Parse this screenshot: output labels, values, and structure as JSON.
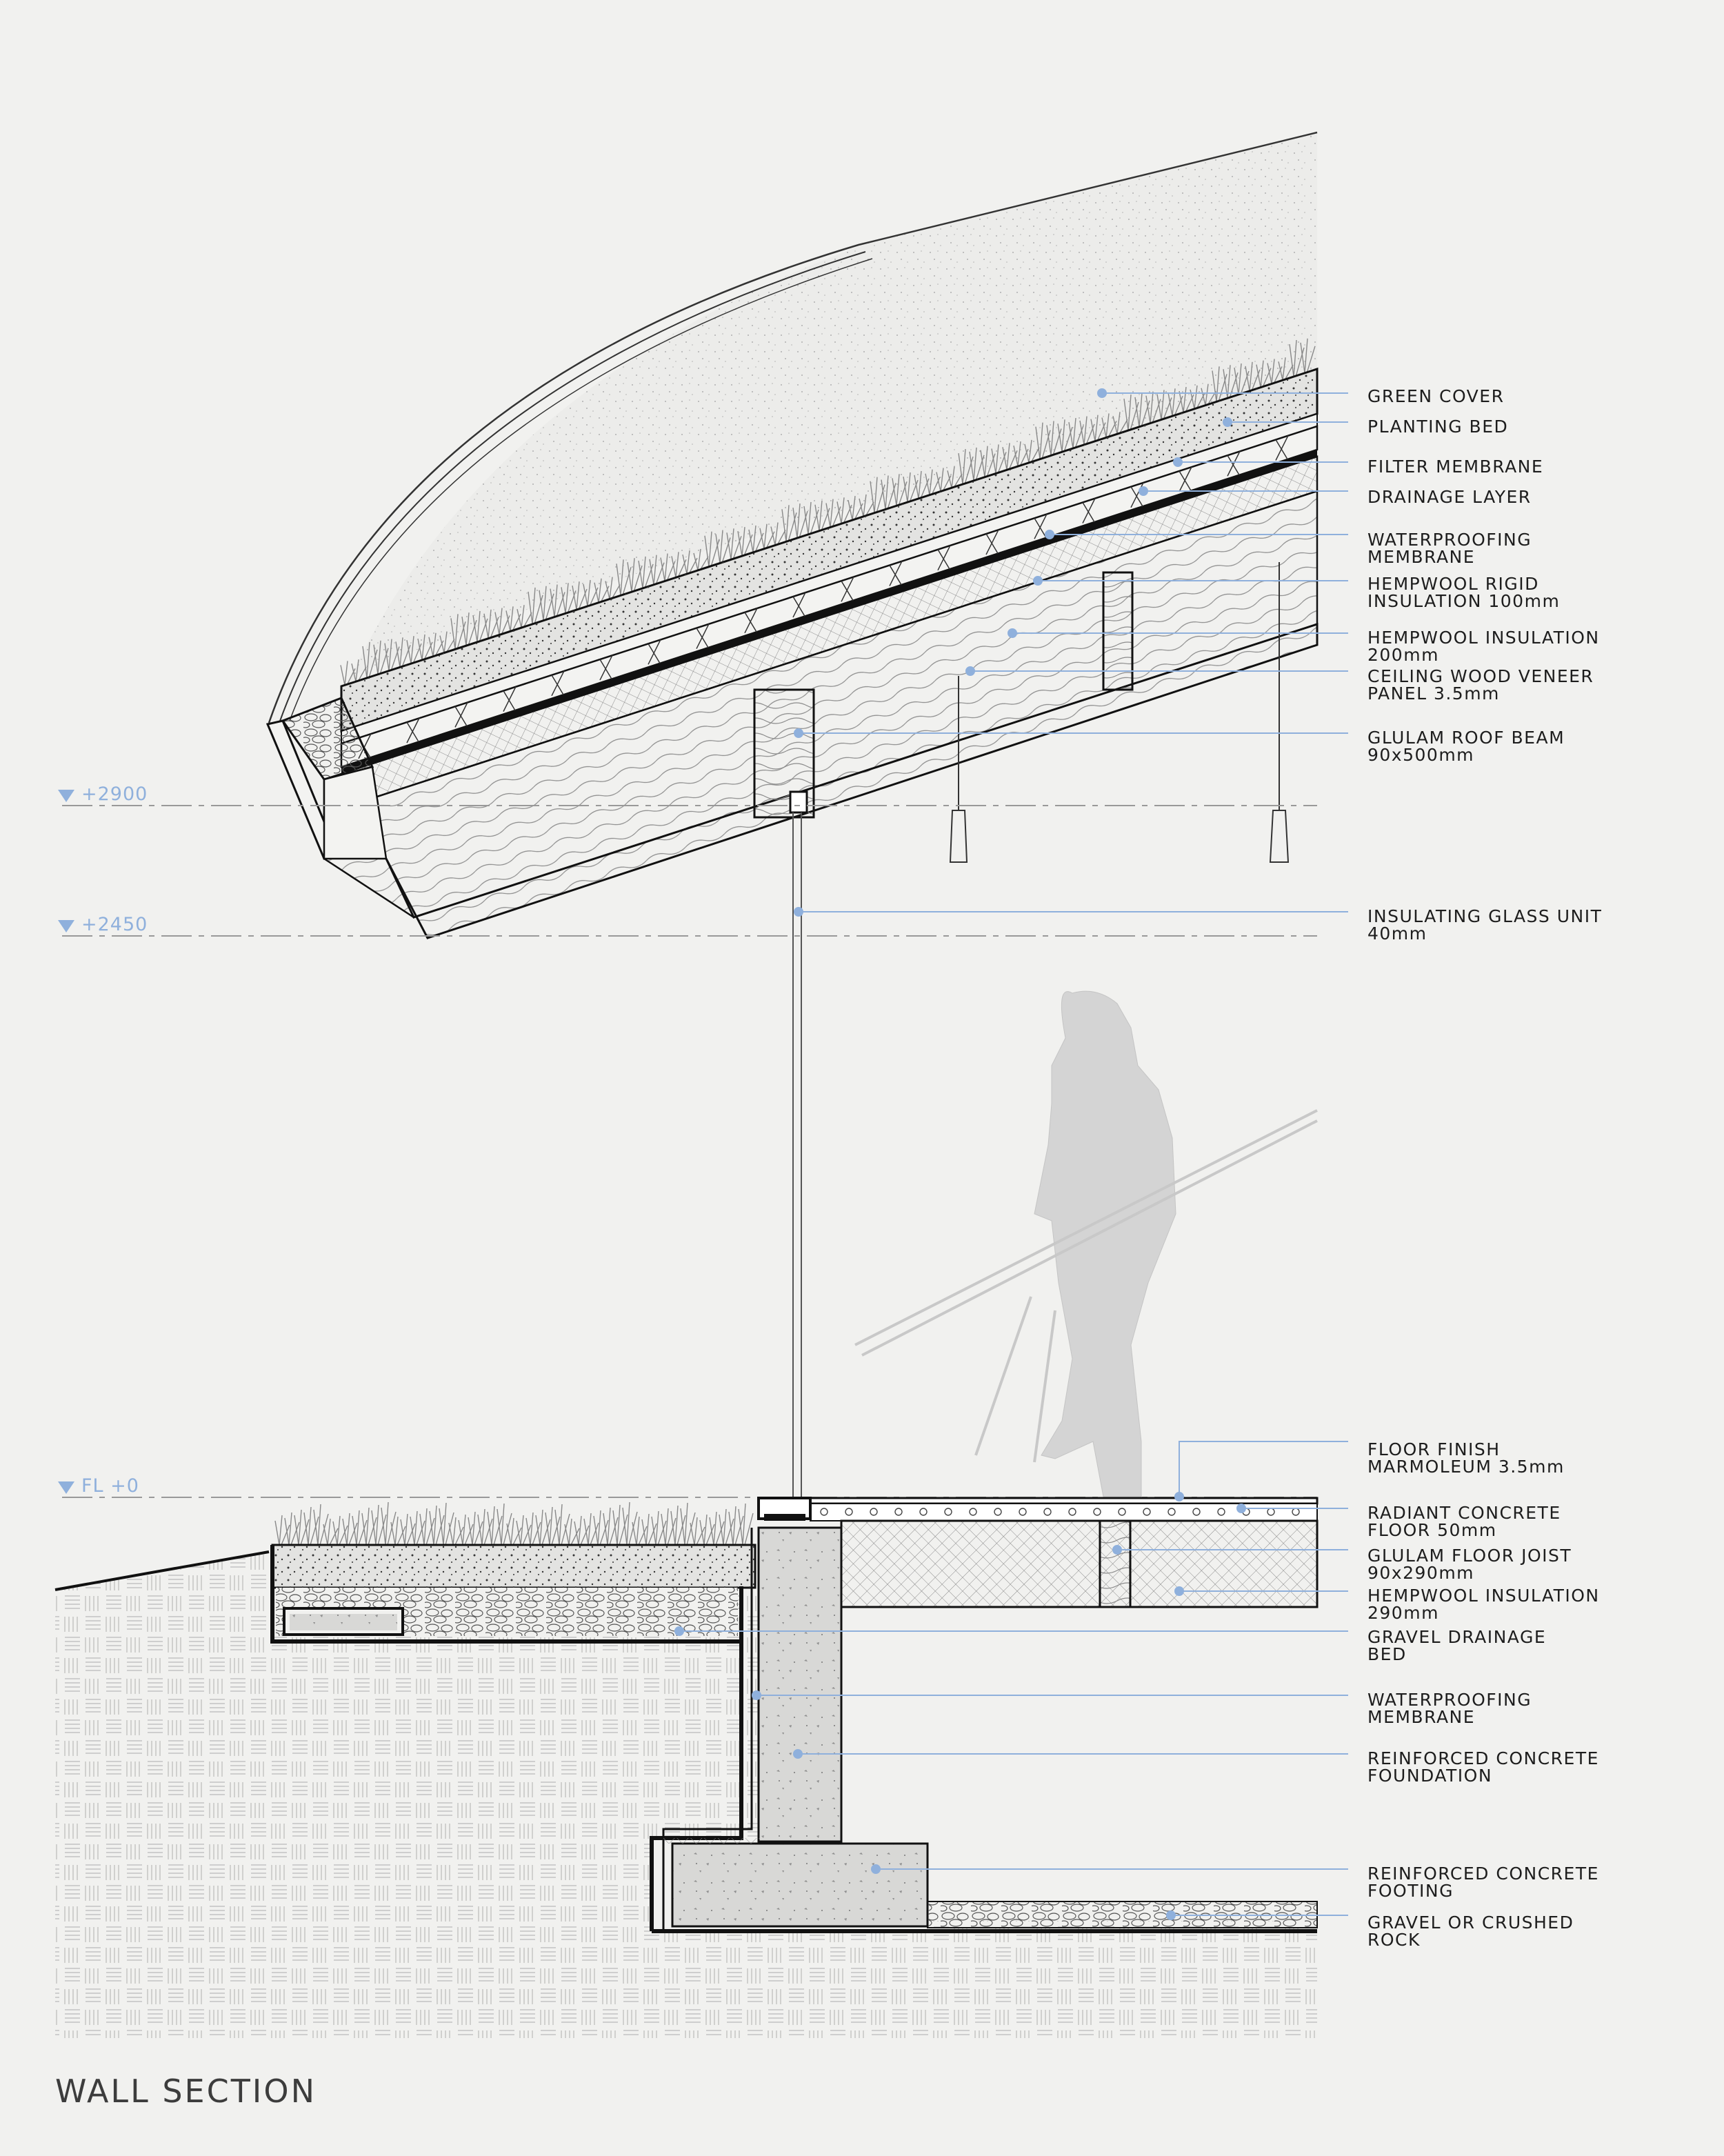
{
  "title": "WALL SECTION",
  "levels": [
    "+2900",
    "+2450",
    "FL +0"
  ],
  "labels": [
    {
      "lines": [
        "GREEN COVER"
      ]
    },
    {
      "lines": [
        "PLANTING BED"
      ]
    },
    {
      "lines": [
        "FILTER MEMBRANE"
      ]
    },
    {
      "lines": [
        "DRAINAGE LAYER"
      ]
    },
    {
      "lines": [
        "WATERPROOFING",
        "MEMBRANE"
      ]
    },
    {
      "lines": [
        "HEMPWOOL RIGID",
        "INSULATION 100mm"
      ]
    },
    {
      "lines": [
        "HEMPWOOL INSULATION",
        "200mm"
      ]
    },
    {
      "lines": [
        "CEILING WOOD VENEER",
        "PANEL 3.5mm"
      ]
    },
    {
      "lines": [
        "GLULAM ROOF BEAM",
        "90x500mm"
      ]
    },
    {
      "lines": [
        "INSULATING GLASS UNIT",
        "40mm"
      ]
    },
    {
      "lines": [
        "FLOOR FINISH",
        "MARMOLEUM 3.5mm"
      ]
    },
    {
      "lines": [
        "RADIANT CONCRETE",
        "FLOOR 50mm"
      ]
    },
    {
      "lines": [
        "GLULAM FLOOR JOIST",
        "90x290mm"
      ]
    },
    {
      "lines": [
        "HEMPWOOL INSULATION",
        "290mm"
      ]
    },
    {
      "lines": [
        "GRAVEL DRAINAGE",
        "BED"
      ]
    },
    {
      "lines": [
        "WATERPROOFING",
        "MEMBRANE"
      ]
    },
    {
      "lines": [
        "REINFORCED CONCRETE",
        "FOUNDATION"
      ]
    },
    {
      "lines": [
        "REINFORCED CONCRETE",
        "FOOTING"
      ]
    },
    {
      "lines": [
        "GRAVEL OR CRUSHED",
        "ROCK"
      ]
    }
  ],
  "colors": {
    "background": "#f1f1ef",
    "leader": "#8fb0dc",
    "line": "#111111",
    "concrete": "#d8d8d6",
    "figure": "#d4d4d4"
  }
}
